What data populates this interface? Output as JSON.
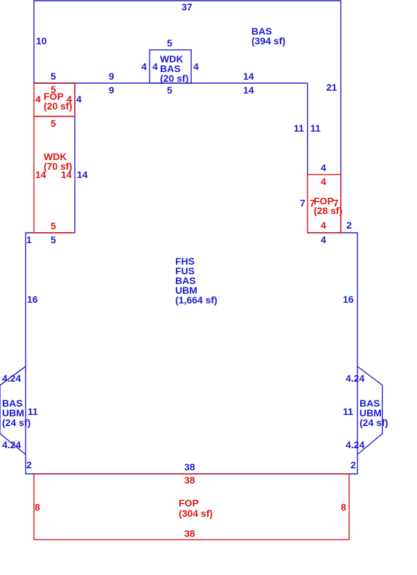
{
  "colors": {
    "living": "#1a1acc",
    "porch": "#dd1111",
    "background": "#ffffff"
  },
  "areas": {
    "main": {
      "lines": [
        "FHS",
        "FUS",
        "BAS",
        "UBM"
      ],
      "area": "(1,664 sf)"
    },
    "upper_bas": {
      "lines": [
        "BAS"
      ],
      "area": "(394 sf)"
    },
    "wdk_small": {
      "lines": [
        "WDK",
        "BAS"
      ],
      "area": "(20 sf)"
    },
    "fop_left": {
      "lines": [
        "FOP"
      ],
      "area": "(20 sf)"
    },
    "wdk_left": {
      "lines": [
        "WDK"
      ],
      "area": "(70 sf)"
    },
    "fop_right": {
      "lines": [
        "FOP"
      ],
      "area": "(28 sf)"
    },
    "bay_left": {
      "lines": [
        "BAS",
        "UBM"
      ],
      "area": "(24 sf)"
    },
    "bay_right": {
      "lines": [
        "BAS",
        "UBM"
      ],
      "area": "(24 sf)"
    },
    "fop_bottom": {
      "lines": [
        "FOP"
      ],
      "area": "(304 sf)"
    }
  },
  "dimensions": {
    "blue": [
      "37",
      "10",
      "21",
      "5",
      "4",
      "4",
      "5",
      "4",
      "5",
      "9",
      "9",
      "14",
      "14",
      "4",
      "11",
      "11",
      "14",
      "4",
      "5",
      "7",
      "2",
      "1",
      "16",
      "16",
      "4.24",
      "4.24",
      "11",
      "4.24",
      "4.24",
      "11",
      "2",
      "2",
      "4",
      "38"
    ],
    "red": [
      "5",
      "4",
      "4",
      "5",
      "14",
      "14",
      "5",
      "4",
      "7",
      "7",
      "4",
      "38",
      "8",
      "8",
      "38"
    ]
  }
}
